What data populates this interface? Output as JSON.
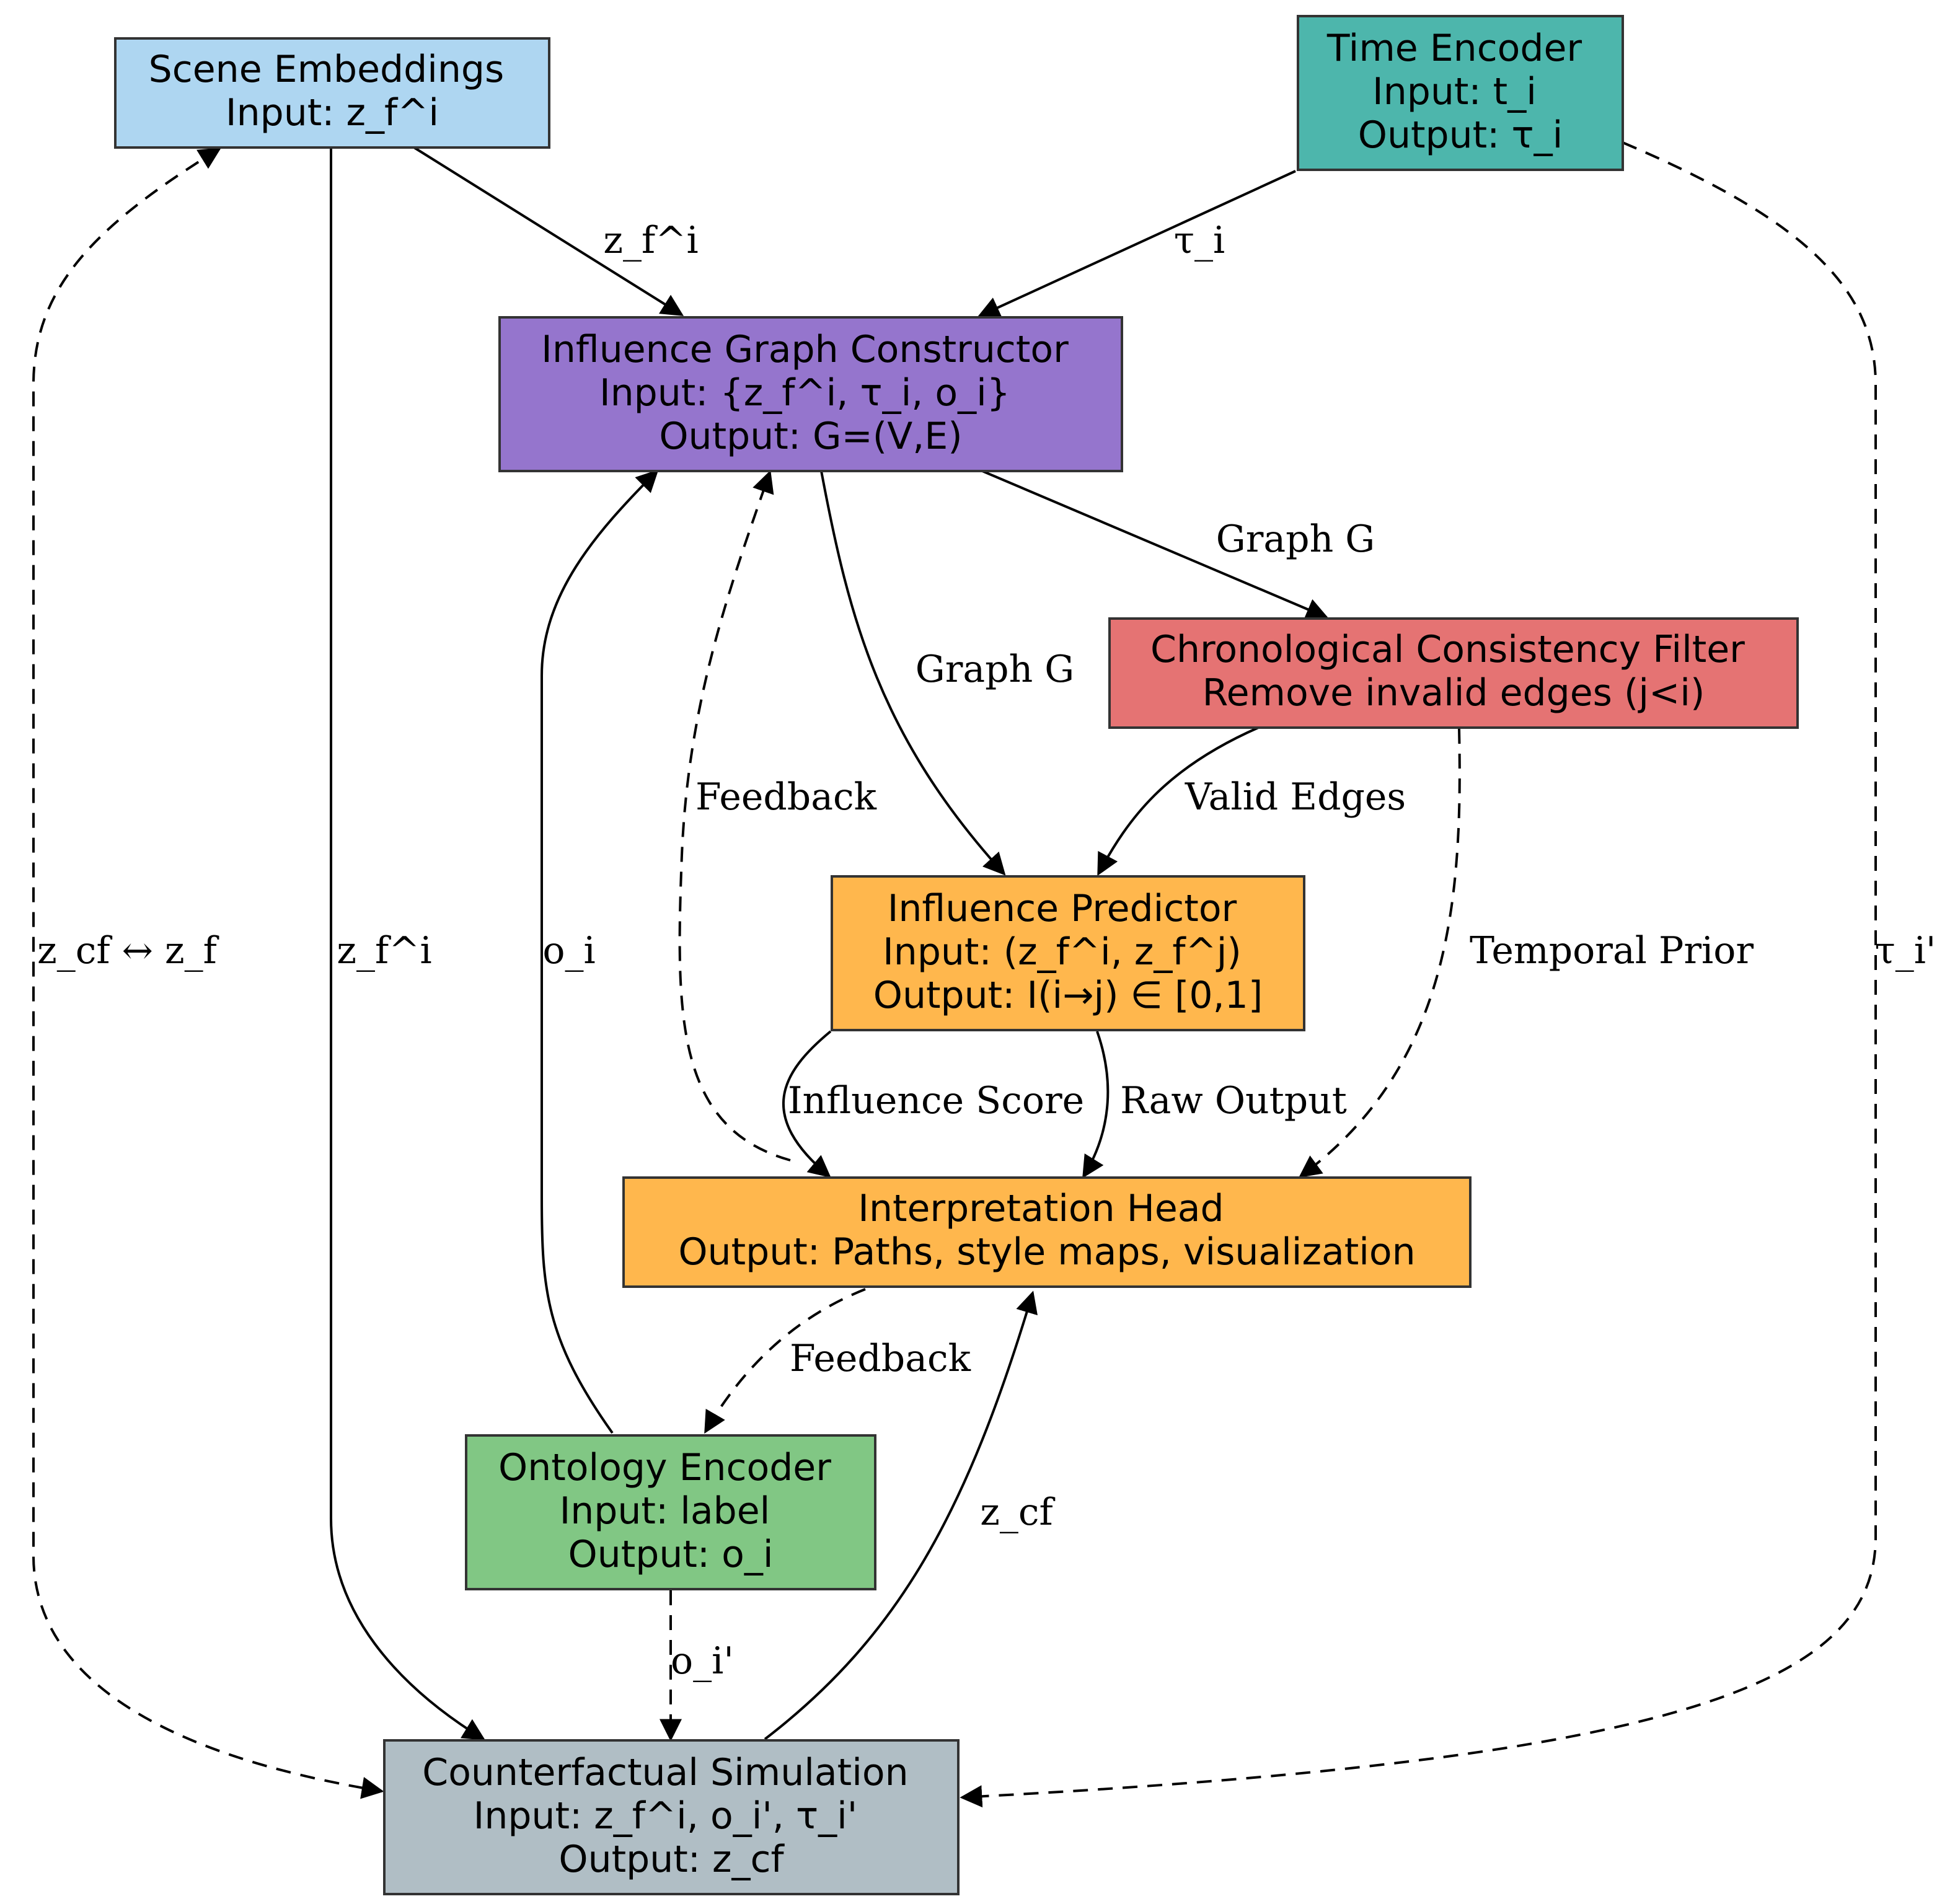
{
  "nodes": {
    "scene_embeddings": {
      "lines": [
        "Scene Embeddings",
        "Input: z_f^i"
      ],
      "color": "#aed6f1"
    },
    "time_encoder": {
      "lines": [
        "Time Encoder",
        "Input: t_i",
        "Output: τ_i"
      ],
      "color": "#4db6ac"
    },
    "influence_graph_constructor": {
      "lines": [
        "Influence Graph Constructor",
        "Input: {z_f^i, τ_i, o_i}",
        "Output: G=(V,E)"
      ],
      "color": "#9575cd"
    },
    "chronological_filter": {
      "lines": [
        "Chronological Consistency Filter",
        "Remove invalid edges (j<i)"
      ],
      "color": "#e57373"
    },
    "influence_predictor": {
      "lines": [
        "Influence Predictor",
        "Input: (z_f^i, z_f^j)",
        "Output: I(i→j) ∈ [0,1]"
      ],
      "color": "#ffb74d"
    },
    "interpretation_head": {
      "lines": [
        "Interpretation Head",
        "Output: Paths, style maps, visualization"
      ],
      "color": "#ffb74d"
    },
    "ontology_encoder": {
      "lines": [
        "Ontology Encoder",
        "Input: label",
        "Output: o_i"
      ],
      "color": "#81c784"
    },
    "counterfactual_simulation": {
      "lines": [
        "Counterfactual Simulation",
        "Input: z_f^i, o_i', τ_i'",
        "Output: z_cf"
      ],
      "color": "#b0bec5"
    }
  },
  "edges": {
    "scene_to_igc": "z_f^i",
    "time_to_igc": "τ_i",
    "igc_to_filter": "Graph G",
    "igc_to_predictor": "Graph G",
    "filter_to_predictor": "Valid Edges",
    "filter_to_head": "Temporal Prior",
    "head_to_igc": "Feedback",
    "predictor_to_head_score": "Influence Score",
    "predictor_to_head_raw": "Raw Output",
    "head_to_ontology": "Feedback",
    "ontology_to_igc": "o_i",
    "ontology_to_cf": "o_i'",
    "cf_to_head": "z_cf",
    "scene_to_cf": "z_f^i",
    "scene_cf_bidir": "z_cf ↔ z_f",
    "time_to_cf": "τ_i'"
  }
}
